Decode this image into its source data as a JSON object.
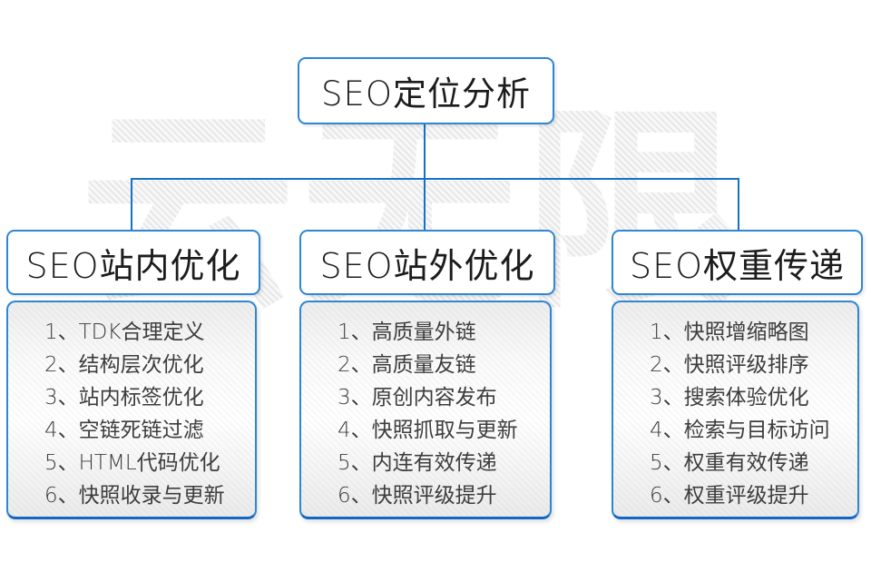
{
  "watermark": {
    "text": "云无限"
  },
  "root": {
    "title": "SEO定位分析"
  },
  "columns": [
    {
      "title": "SEO站内优化",
      "items": [
        "1、TDK合理定义",
        "2、结构层次优化",
        "3、站内标签优化",
        "4、空链死链过滤",
        "5、HTML代码优化",
        "6、快照收录与更新"
      ]
    },
    {
      "title": "SEO站外优化",
      "items": [
        "1、高质量外链",
        "2、高质量友链",
        "3、原创内容发布",
        "4、快照抓取与更新",
        "5、内连有效传递",
        "6、快照评级提升"
      ]
    },
    {
      "title": "SEO权重传递",
      "items": [
        "1、快照增缩略图",
        "2、快照评级排序",
        "3、搜索体验优化",
        "4、检索与目标访问",
        "5、权重有效传递",
        "6、权重评级提升"
      ]
    }
  ],
  "colors": {
    "connector_blue": "#1472c8",
    "border_blue": "#2e86d4",
    "panel_bottom_blue": "#1068c4",
    "heading_text": "#1c1c1c",
    "list_text": "#3d3d3d",
    "watermark_gray": "#ebebeb"
  }
}
